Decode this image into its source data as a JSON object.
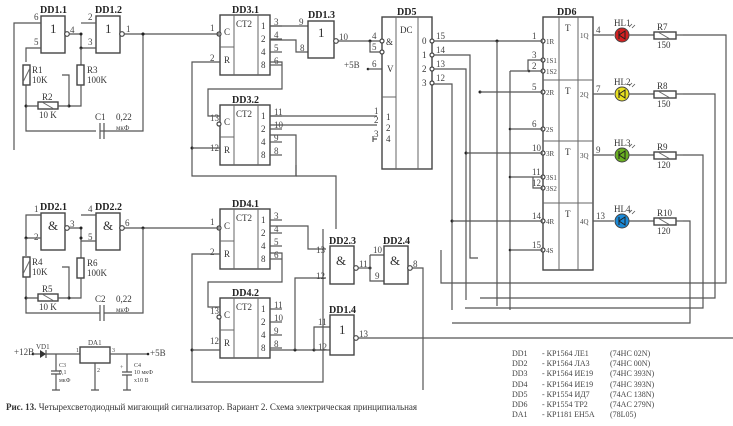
{
  "caption": {
    "prefix": "Рис. 13.",
    "text": "Четырехсветодиодный мигающий сигнализатор. Вариант 2. Схема электрическая принципиальная"
  },
  "parts_list": [
    {
      "ref": "DD1",
      "part": "- КР1564 ЛЕ1",
      "equiv": "(74HC 02N)"
    },
    {
      "ref": "DD2",
      "part": "- КР1564 ЛА3",
      "equiv": "(74HC 00N)"
    },
    {
      "ref": "DD3",
      "part": "- КР1564 ИЕ19",
      "equiv": "(74HC 393N)"
    },
    {
      "ref": "DD4",
      "part": "- КР1564 ИЕ19",
      "equiv": "(74HC 393N)"
    },
    {
      "ref": "DD5",
      "part": "- КР1554 ИД7",
      "equiv": "(74AC 138N)"
    },
    {
      "ref": "DD6",
      "part": "- КР1554 ТР2",
      "equiv": "(74AC 279N)"
    },
    {
      "ref": "DA1",
      "part": "- КР1181 ЕН5А",
      "equiv": "(78L05)"
    }
  ],
  "gates": {
    "dd1_1": {
      "name": "DD1.1",
      "sym": "1",
      "pins": [
        "6",
        "5",
        "4"
      ]
    },
    "dd1_2": {
      "name": "DD1.2",
      "sym": "1",
      "pins": [
        "2",
        "3",
        "1"
      ]
    },
    "dd1_3": {
      "name": "DD1.3",
      "sym": "1",
      "pins": [
        "9",
        "8",
        "10"
      ]
    },
    "dd1_4": {
      "name": "DD1.4",
      "sym": "1",
      "pins": [
        "11",
        "12",
        "13"
      ]
    },
    "dd2_1": {
      "name": "DD2.1",
      "sym": "&",
      "pins": [
        "1",
        "2",
        "3"
      ]
    },
    "dd2_2": {
      "name": "DD2.2",
      "sym": "&",
      "pins": [
        "4",
        "5",
        "6"
      ]
    },
    "dd2_3": {
      "name": "DD2.3",
      "sym": "&",
      "pins": [
        "13",
        "12",
        "11"
      ]
    },
    "dd2_4": {
      "name": "DD2.4",
      "sym": "&",
      "pins": [
        "10",
        "9",
        "8"
      ]
    }
  },
  "counters": {
    "dd3_1": {
      "name": "DD3.1",
      "type": "CT2",
      "c": "C",
      "r": "R",
      "inC": "1",
      "inR": "2",
      "outs": [
        "1",
        "2",
        "4",
        "8"
      ],
      "outPins": [
        "3",
        "4",
        "5",
        "6"
      ]
    },
    "dd3_2": {
      "name": "DD3.2",
      "type": "CT2",
      "c": "C",
      "r": "R",
      "inC": "13",
      "inR": "12",
      "outs": [
        "1",
        "2",
        "4",
        "8"
      ],
      "outPins": [
        "11",
        "10",
        "9",
        "8"
      ]
    },
    "dd4_1": {
      "name": "DD4.1",
      "type": "CT2",
      "c": "C",
      "r": "R",
      "inC": "1",
      "inR": "2",
      "outs": [
        "1",
        "2",
        "4",
        "8"
      ],
      "outPins": [
        "3",
        "4",
        "5",
        "6"
      ]
    },
    "dd4_2": {
      "name": "DD4.2",
      "type": "CT2",
      "c": "C",
      "r": "R",
      "inC": "13",
      "inR": "12",
      "outs": [
        "1",
        "2",
        "4",
        "8"
      ],
      "outPins": [
        "11",
        "10",
        "9",
        "8"
      ]
    }
  },
  "dd5": {
    "name": "DD5",
    "type": "DC",
    "en1": "&",
    "en2": "V",
    "enPins": [
      "4",
      "5",
      "6"
    ],
    "vcc": "+5В",
    "addr": [
      "1",
      "2",
      "4"
    ],
    "addrPins": [
      "1",
      "2",
      "3"
    ],
    "outs": [
      "0",
      "1",
      "2",
      "3"
    ],
    "outPins": [
      "15",
      "14",
      "13",
      "12"
    ]
  },
  "dd6": {
    "name": "DD6",
    "cell": "T",
    "inputs": [
      {
        "pin": "1",
        "label": "1R"
      },
      {
        "pin": "3",
        "label": "1S1"
      },
      {
        "pin": "2",
        "label": "1S2"
      },
      {
        "pin": "5",
        "label": "2R"
      },
      {
        "pin": "6",
        "label": "2S"
      },
      {
        "pin": "10",
        "label": "3R"
      },
      {
        "pin": "11",
        "label": "3S1"
      },
      {
        "pin": "12",
        "label": "3S2"
      },
      {
        "pin": "14",
        "label": "4R"
      },
      {
        "pin": "15",
        "label": "4S"
      }
    ],
    "outputs": [
      {
        "pin": "4",
        "label": "1Q"
      },
      {
        "pin": "7",
        "label": "2Q"
      },
      {
        "pin": "9",
        "label": "3Q"
      },
      {
        "pin": "13",
        "label": "4Q"
      }
    ]
  },
  "leds": [
    {
      "ref": "HL1",
      "color": "#d42020"
    },
    {
      "ref": "HL2",
      "color": "#e8e020"
    },
    {
      "ref": "HL3",
      "color": "#6ab020"
    },
    {
      "ref": "HL4",
      "color": "#1a8ad8"
    }
  ],
  "led_resistors": [
    {
      "ref": "R7",
      "value": "150"
    },
    {
      "ref": "R8",
      "value": "150"
    },
    {
      "ref": "R9",
      "value": "120"
    },
    {
      "ref": "R10",
      "value": "120"
    }
  ],
  "osc1": {
    "r1": "R1",
    "r1v": "10K",
    "r2": "R2",
    "r2v": "10 K",
    "r3": "R3",
    "r3v": "100K",
    "c": "C1",
    "cv": "0,22",
    "cu": "мкФ"
  },
  "osc2": {
    "r1": "R4",
    "r1v": "10K",
    "r2": "R5",
    "r2v": "10 K",
    "r3": "R6",
    "r3v": "100K",
    "c": "C2",
    "cv": "0,22",
    "cu": "мкФ"
  },
  "power": {
    "vin": "+12В",
    "diode": "VD1",
    "reg": "DA1",
    "regPins": [
      "1",
      "2",
      "3"
    ],
    "vout": "+5В",
    "c3": "C3",
    "c3v": "0,1",
    "c3u": "мкФ",
    "c4": "C4",
    "c4v": "10 мкФ",
    "c4u": "х10 В",
    "c4pol": "+"
  }
}
